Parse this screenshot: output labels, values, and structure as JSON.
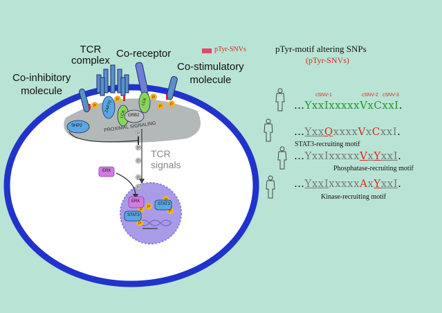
{
  "labels": {
    "tcr_complex": "TCR\ncomplex",
    "co_receptor": "Co-receptor",
    "co_inhibitory": "Co-inhibitory\nmolecule",
    "co_stimulatory": "Co-stimulatory\nmolecule",
    "legend": "pTyr-SNVs",
    "proximal": "PROXIMAL SIGNALING",
    "tcr_signals": "TCR\nsignals",
    "shp2": "SHP2",
    "zap70": "ZAP70",
    "lck1": "LCK",
    "lck2": "LCK",
    "grb2": "GRB2",
    "erk_cyto": "ERK",
    "erk_nuc": "ERK",
    "stat3_a": "STAT3",
    "stat3_b": "STAT3",
    "p": "P"
  },
  "right": {
    "title": "pTyr-motif altering SNPs",
    "subtitle": "(pTyr-SNVs)",
    "snv_labels": [
      "cSNV-1",
      "cSNV-2",
      "cSNV-3"
    ],
    "captions": [
      "STAT3-recruiting motif",
      "Phosphatase-recruiting motif",
      "Kinase-recruiting motif"
    ]
  },
  "colors": {
    "background": "#b9e3d5",
    "membrane": "#2233cc",
    "snv_red": "#d62a1a",
    "motif_green": "#1f9a2a",
    "receptor_blue": "#5b8fc9",
    "nucleus": "#a99be8"
  }
}
